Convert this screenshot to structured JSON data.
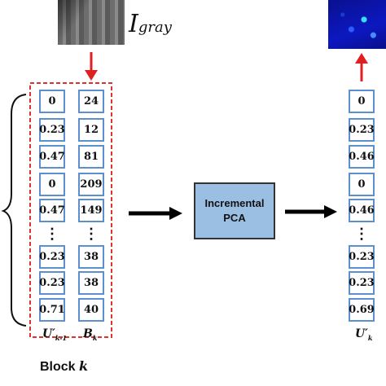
{
  "input_image": {
    "symbol": "I",
    "subscript": "gray"
  },
  "block_label": {
    "prefix": "Block ",
    "var": "k"
  },
  "left_col": {
    "values": [
      "0",
      "0.23",
      "0.47",
      "0",
      "0.47",
      "⋮",
      "0.23",
      "0.23",
      "0.71"
    ],
    "label_main": "U′",
    "label_sub": "k-1"
  },
  "mid_col": {
    "values": [
      "24",
      "12",
      "81",
      "209",
      "149",
      "⋮",
      "38",
      "38",
      "40"
    ],
    "label_main": "B",
    "label_sub": "k"
  },
  "right_col": {
    "values": [
      "0",
      "0.23",
      "0.46",
      "0",
      "0.46",
      "⋮",
      "0.23",
      "0.23",
      "0.69"
    ],
    "label_main": "U′",
    "label_sub": "k"
  },
  "process_box": {
    "line1": "Incremental",
    "line2": "PCA"
  },
  "colors": {
    "cell_border": "#5b8fd0",
    "block_border": "#e03030",
    "process_fill": "#9bbfe3",
    "process_border": "#333333",
    "red_arrow": "#e02020",
    "black_arrow": "#000000",
    "heatmap_base": "#0c18c0"
  },
  "icons": {
    "grayscale_image": "traffic-grayscale-thumbnail",
    "output_image": "heatmap-thumbnail",
    "brace": "left-curly-brace"
  }
}
